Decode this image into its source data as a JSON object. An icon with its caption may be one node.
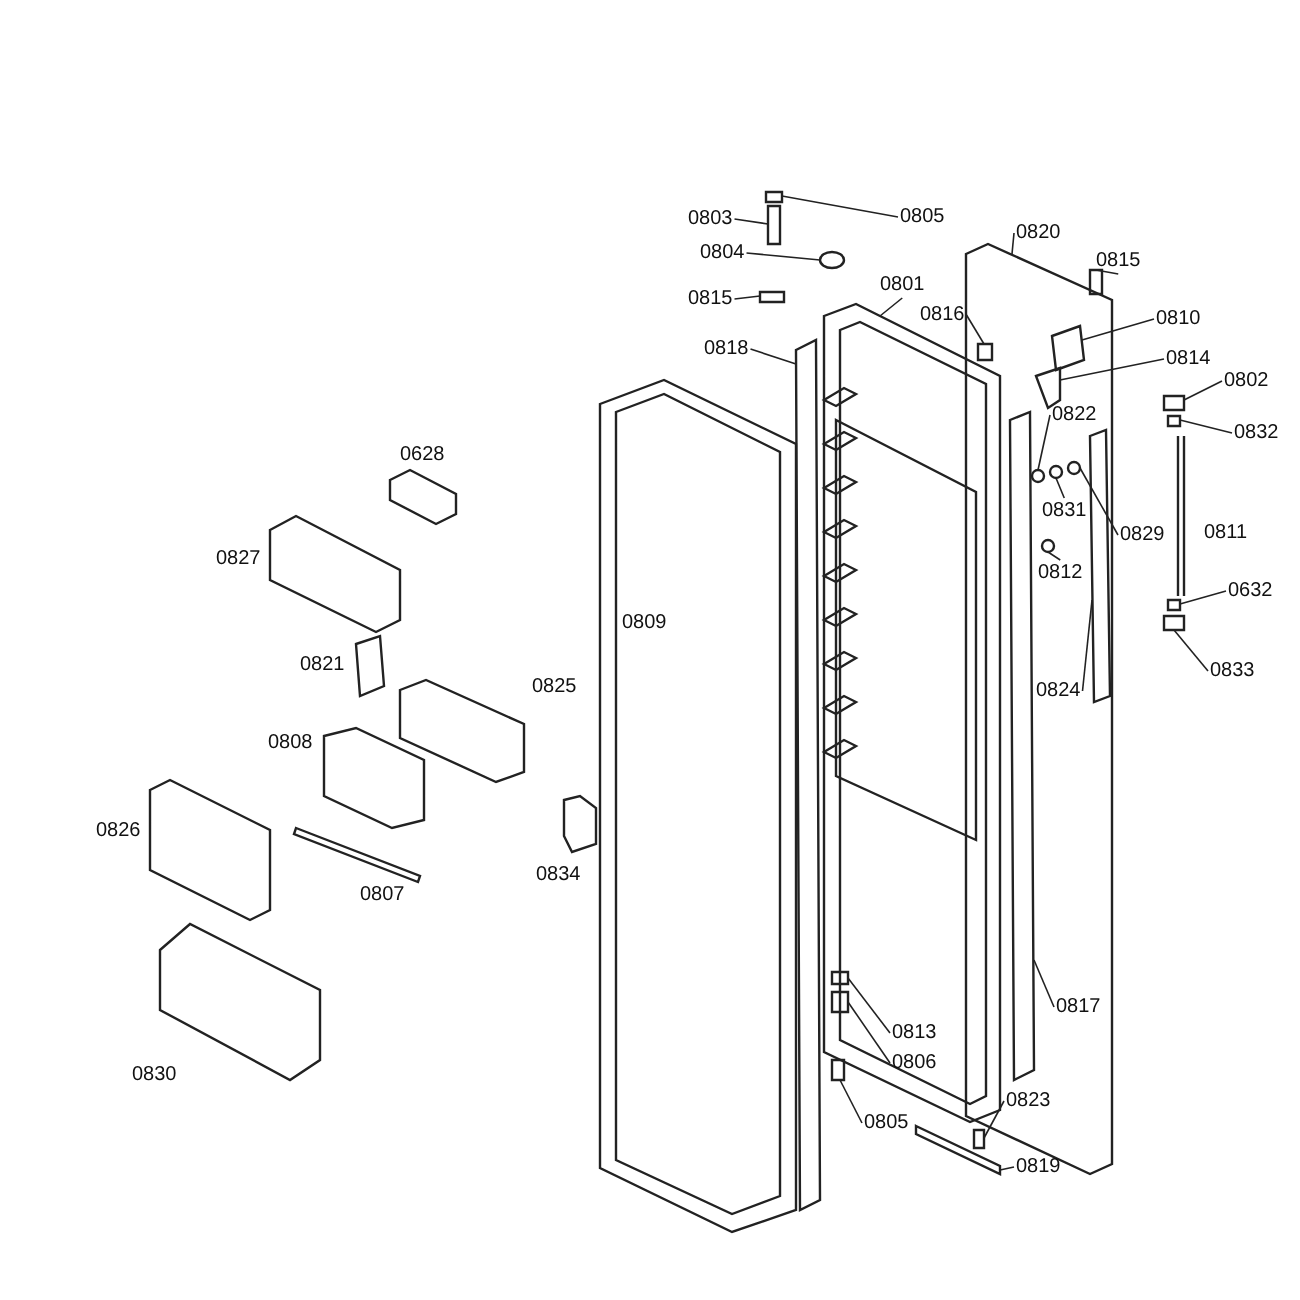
{
  "diagram": {
    "nodes": [
      {
        "text": [],
        "shape": "box"
      },
      {
        "text": [],
        "shape": "picture"
      },
      {
        "text": [
          "0803"
        ]
      },
      {
        "text": [
          "0805"
        ]
      },
      {
        "text": [
          "0820"
        ]
      },
      {
        "text": [
          "0815"
        ]
      },
      {
        "text": [
          "0804"
        ]
      },
      {
        "text": [
          "0801"
        ]
      },
      {
        "text": [
          "0815"
        ]
      },
      {
        "text": [
          "0810"
        ]
      },
      {
        "text": [
          "0816"
        ]
      },
      {
        "text": [
          "0818"
        ]
      },
      {
        "text": [
          "0814"
        ]
      },
      {
        "text": [
          "0802"
        ]
      },
      {
        "text": [
          "0832"
        ]
      },
      {
        "text": [
          "0822"
        ],
        "in": 0
      },
      {
        "text": [
          "0831"
        ],
        "in": 0
      },
      {
        "text": [
          "0829"
        ]
      },
      {
        "text": [
          "0812"
        ],
        "in": 0
      },
      {
        "text": [
          "0824"
        ],
        "in": 0
      },
      {
        "text": [
          "0632"
        ]
      },
      {
        "text": [
          "0833"
        ]
      },
      {
        "text": [
          "0817"
        ],
        "in": 0
      },
      {
        "text": [
          "0813"
        ],
        "in": 1
      },
      {
        "text": [
          "0806"
        ],
        "in": 1
      },
      {
        "text": [
          "0819"
        ]
      },
      {
        "text": [
          "0805"
        ]
      },
      {
        "text": [
          "0823"
        ],
        "in": 0
      },
      {
        "text": [],
        "shape": "box"
      },
      {
        "text": [],
        "shape": "box"
      },
      {
        "text": [],
        "shape": "box"
      },
      {
        "text": [],
        "shape": "circle"
      },
      {
        "text": [],
        "shape": "box"
      },
      {
        "text": [],
        "shape": "box",
        "in": 0
      },
      {
        "text": [],
        "shape": "box",
        "in": 0
      },
      {
        "text": [],
        "shape": "bar"
      },
      {
        "text": [],
        "shape": "box",
        "in": 0
      },
      {
        "text": [],
        "shape": "box"
      },
      {
        "text": [],
        "shape": "box"
      },
      {
        "text": [],
        "shape": "circle",
        "in": 0
      },
      {
        "text": [],
        "shape": "circle",
        "in": 0
      },
      {
        "text": [],
        "shape": "circle",
        "in": 0
      },
      {
        "text": [],
        "shape": "circle",
        "in": 0
      },
      {
        "text": [],
        "shape": "bar",
        "in": 0
      },
      {
        "text": [],
        "shape": "box"
      },
      {
        "text": [],
        "shape": "box"
      },
      {
        "text": [],
        "shape": "bar",
        "in": 0
      },
      {
        "text": [],
        "shape": "box",
        "in": 1
      },
      {
        "text": [],
        "shape": "box",
        "in": 1
      },
      {
        "text": [],
        "shape": "bar"
      },
      {
        "text": [],
        "shape": "box"
      },
      {
        "text": [],
        "shape": "box",
        "in": 0
      }
    ],
    "edges": [
      {
        "from": 2,
        "to": 28,
        "arrow": "none"
      },
      {
        "from": 3,
        "to": 29,
        "arrow": "none"
      },
      {
        "from": 4,
        "to": 0,
        "arrow": "none"
      },
      {
        "from": 5,
        "to": 30,
        "arrow": "none"
      },
      {
        "from": 6,
        "to": 31,
        "arrow": "none"
      },
      {
        "from": 7,
        "to": 1,
        "arrow": "none"
      },
      {
        "from": 8,
        "to": 32,
        "arrow": "none"
      },
      {
        "from": 9,
        "to": 33,
        "arrow": "none"
      },
      {
        "from": 10,
        "to": 34,
        "arrow": "none"
      },
      {
        "from": 11,
        "to": 35,
        "arrow": "none"
      },
      {
        "from": 12,
        "to": 36,
        "arrow": "none"
      },
      {
        "from": 13,
        "to": 37,
        "arrow": "none"
      },
      {
        "from": 14,
        "to": 38,
        "arrow": "none"
      },
      {
        "from": 15,
        "to": 39,
        "arrow": "none"
      },
      {
        "from": 16,
        "to": 40,
        "arrow": "none"
      },
      {
        "from": 17,
        "to": 41,
        "arrow": "none"
      },
      {
        "from": 18,
        "to": 42,
        "arrow": "none"
      },
      {
        "from": 19,
        "to": 46,
        "arrow": "none"
      },
      {
        "from": 20,
        "to": 44,
        "arrow": "none"
      },
      {
        "from": 21,
        "to": 45,
        "arrow": "none"
      },
      {
        "from": 22,
        "to": 43,
        "arrow": "none"
      },
      {
        "from": 23,
        "to": 47,
        "arrow": "none"
      },
      {
        "from": 24,
        "to": 48,
        "arrow": "none"
      },
      {
        "from": 25,
        "to": 49,
        "arrow": "none"
      },
      {
        "from": 26,
        "to": 50,
        "arrow": "none"
      },
      {
        "from": 27,
        "to": 51,
        "arrow": "none"
      }
    ],
    "labels": [
      "0628",
      "0827",
      "0811",
      "0809",
      "0821",
      "0825",
      "0808",
      "0826",
      "0807",
      "0834",
      "0830"
    ]
  }
}
